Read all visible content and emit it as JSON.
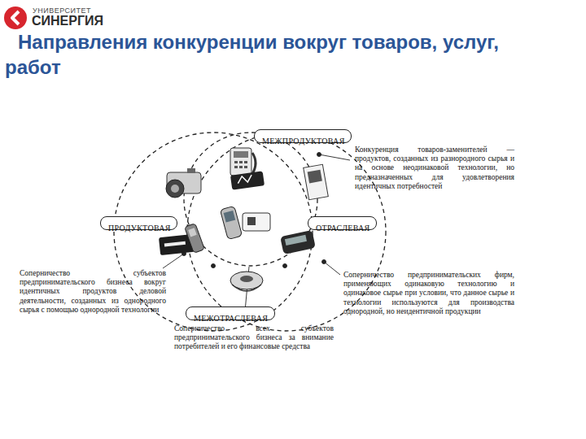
{
  "diagram": {
    "title": "Направления конкуренции вокруг товаров, услуг, работ",
    "nodes": [
      {
        "text": [
          "МЕЖПРОДУКТОВАЯ"
        ]
      },
      {
        "text": [
          "ПРОДУКТОВАЯ"
        ]
      },
      {
        "text": [
          "ОТРАСЛЕВАЯ"
        ]
      },
      {
        "text": [
          "МЕЖОТРАСЛЕВАЯ"
        ]
      }
    ],
    "labels": [
      "УНИВЕРСИТЕТ",
      "СИНЕРГИЯ",
      "Конкуренция товаров-заменителей — продуктов, созданных из разнородного сырья и на основе неодинаковой технологии, но предназначенных для удовлетворения идентичных потребностей",
      "Соперничество субъектов предпринимательского бизнеса вокруг идентичных продуктов деловой деятельности, созданных из однородного сырья с помощью однородной технологии",
      "Соперничество предпринимательских фирм, применяющих одинаковую технологию и одинаковое сырье при условии, что данное сырье и технологии используются для производства однородной, но неидентичной продукции",
      "Соперничество всех субъектов предпринимательского бизнеса за внимание потребителей и его финансовые средства"
    ]
  }
}
